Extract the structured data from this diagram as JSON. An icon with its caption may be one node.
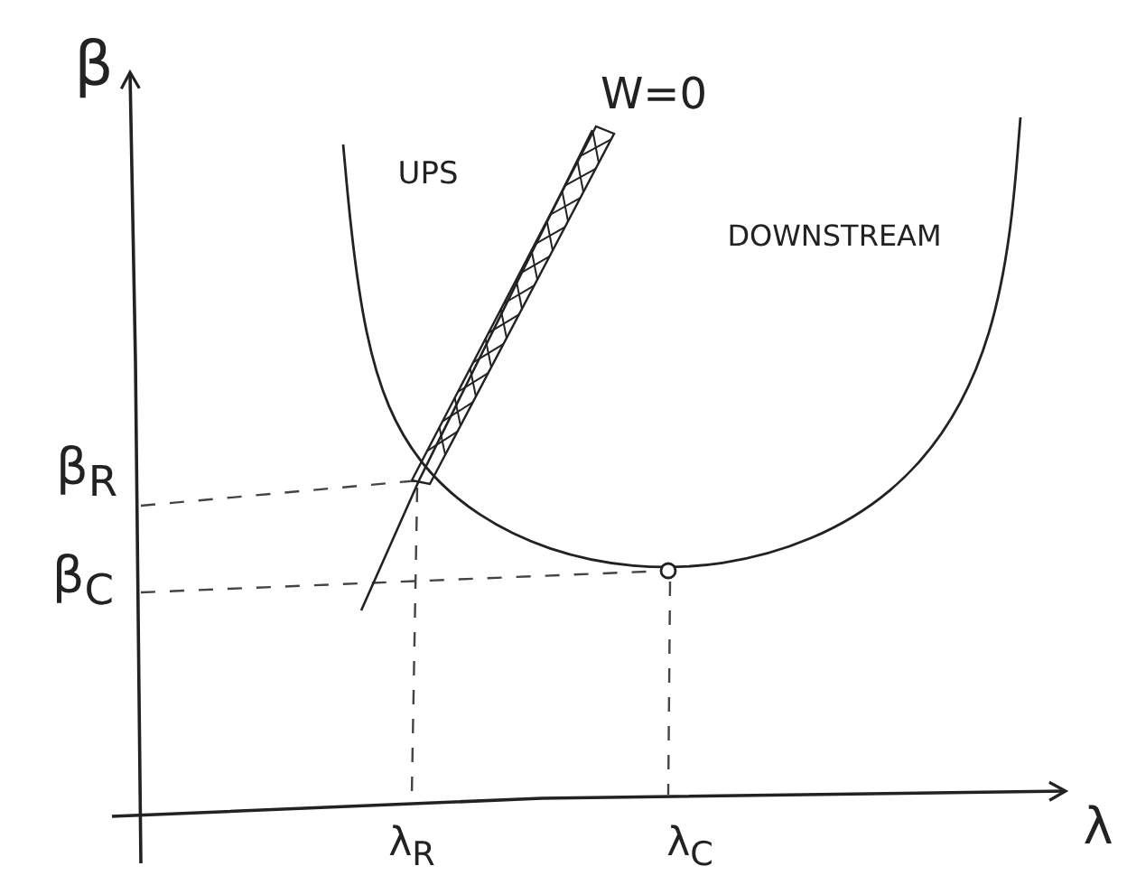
{
  "diagram": {
    "labels": [
      "β",
      "W=0",
      "UPS",
      "DOWNSTREAM",
      "β$_{R}$",
      "β$_{C}$",
      "λ$_{R}$",
      "λ$_{C}$",
      "λ"
    ]
  }
}
